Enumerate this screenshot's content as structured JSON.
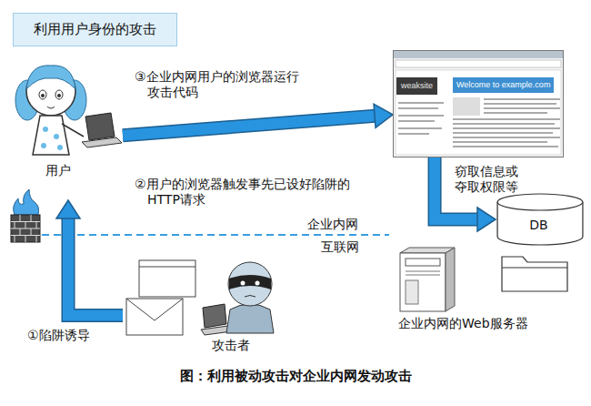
{
  "diagram": {
    "title": "利用用户身份的攻击",
    "caption": "图：利用被动攻击对企业内网发动攻击",
    "nodes": [
      {
        "text": [
          "用户"
        ]
      },
      {
        "text": [
          "weaksite",
          "Welcome to example.com"
        ]
      },
      {
        "text": [
          "攻击者"
        ]
      },
      {
        "text": [
          "企业内网的Web服务器"
        ]
      },
      {
        "text": [
          "DB"
        ]
      }
    ],
    "edges": [
      {
        "from": 2,
        "to": 0,
        "arrow": "to",
        "label": "①陷阱诱导"
      },
      {
        "from": 0,
        "to": 1,
        "arrow": "to",
        "label": "③企业内网用户的浏览器运行攻击代码"
      },
      {
        "from": 1,
        "to": 4,
        "arrow": "to",
        "label": "窃取信息或夺取权限等"
      }
    ],
    "labels": [
      "②用户的浏览器触发事先已设好陷阱的HTTP请求",
      "企业内网",
      "互联网"
    ]
  }
}
